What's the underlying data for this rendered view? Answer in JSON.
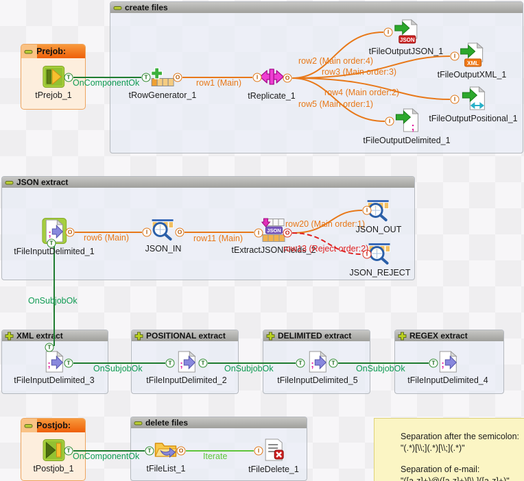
{
  "ports": {
    "trigger": "T",
    "input": "I",
    "output": "O"
  },
  "subjobs": {
    "create_files": {
      "title": "create files"
    },
    "json_extract": {
      "title": "JSON extract"
    },
    "xml_extract": {
      "title": "XML extract"
    },
    "positional_extract": {
      "title": "POSITIONAL extract"
    },
    "delimited_extract": {
      "title": "DELIMITED extract"
    },
    "regex_extract": {
      "title": "REGEX extract"
    },
    "delete_files": {
      "title": "delete files"
    },
    "prejob": {
      "title": "Prejob:"
    },
    "postjob": {
      "title": "Postjob:"
    }
  },
  "components": {
    "tPrejob_1": {
      "label": "tPrejob_1"
    },
    "tRowGenerator_1": {
      "label": "tRowGenerator_1"
    },
    "tReplicate_1": {
      "label": "tReplicate_1"
    },
    "tFileOutputJSON_1": {
      "label": "tFileOutputJSON_1",
      "badge": "JSON"
    },
    "tFileOutputXML_1": {
      "label": "tFileOutputXML_1",
      "badge": "XML"
    },
    "tFileOutputPositional_1": {
      "label": "tFileOutputPositional_1"
    },
    "tFileOutputDelimited_1": {
      "label": "tFileOutputDelimited_1"
    },
    "tFileInputDelimited_1": {
      "label": "tFileInputDelimited_1"
    },
    "JSON_IN": {
      "label": "JSON_IN"
    },
    "tExtractJSONFields_2": {
      "label": "tExtractJSONFields_2",
      "badge": "JSON"
    },
    "JSON_OUT": {
      "label": "JSON_OUT"
    },
    "JSON_REJECT": {
      "label": "JSON_REJECT"
    },
    "tFileInputDelimited_3": {
      "label": "tFileInputDelimited_3"
    },
    "tFileInputDelimited_2": {
      "label": "tFileInputDelimited_2"
    },
    "tFileInputDelimited_5": {
      "label": "tFileInputDelimited_5"
    },
    "tFileInputDelimited_4": {
      "label": "tFileInputDelimited_4"
    },
    "tPostjob_1": {
      "label": "tPostjob_1"
    },
    "tFileList_1": {
      "label": "tFileList_1"
    },
    "tFileDelete_1": {
      "label": "tFileDelete_1"
    }
  },
  "connections": {
    "onComponentOk_pre": {
      "label": "OnComponentOk"
    },
    "row1": {
      "label": "row1 (Main)"
    },
    "row2": {
      "label": "row2 (Main order:4)"
    },
    "row3": {
      "label": "row3 (Main order:3)"
    },
    "row4": {
      "label": "row4 (Main order:2)"
    },
    "row5": {
      "label": "row5 (Main order:1)"
    },
    "row6": {
      "label": "row6 (Main)"
    },
    "row11": {
      "label": "row11 (Main)"
    },
    "row20": {
      "label": "row20 (Main order:1)"
    },
    "row13": {
      "label": "row13 (Reject order:2)"
    },
    "onSubjobOk_down": {
      "label": "OnSubjobOk"
    },
    "onSubjobOk_1": {
      "label": "OnSubjobOk"
    },
    "onSubjobOk_2": {
      "label": "OnSubjobOk"
    },
    "onSubjobOk_3": {
      "label": "OnSubjobOk"
    },
    "onComponentOk_post": {
      "label": "OnComponentOk"
    },
    "iterate": {
      "label": "Iterate"
    }
  },
  "note": {
    "line1": "Separation after the semicolon:",
    "line2": "\"(.*)[\\\\;](.*)[\\\\;](.*)\"",
    "line3": "Separation of e-mail:",
    "line4": "\"([a-z]+)@([a-z]+)[\\\\.]([a-z]+)\""
  },
  "colors": {
    "main_row": "#e87818",
    "trigger_line": "#1e7c2f",
    "trigger_label": "#0e9b52",
    "iterate": "#5ec53a",
    "reject": "#e01f1f",
    "subjob_header": "#a5a5a1",
    "prejob_header": "#ee5f08",
    "note_bg": "#fbf5c4"
  }
}
